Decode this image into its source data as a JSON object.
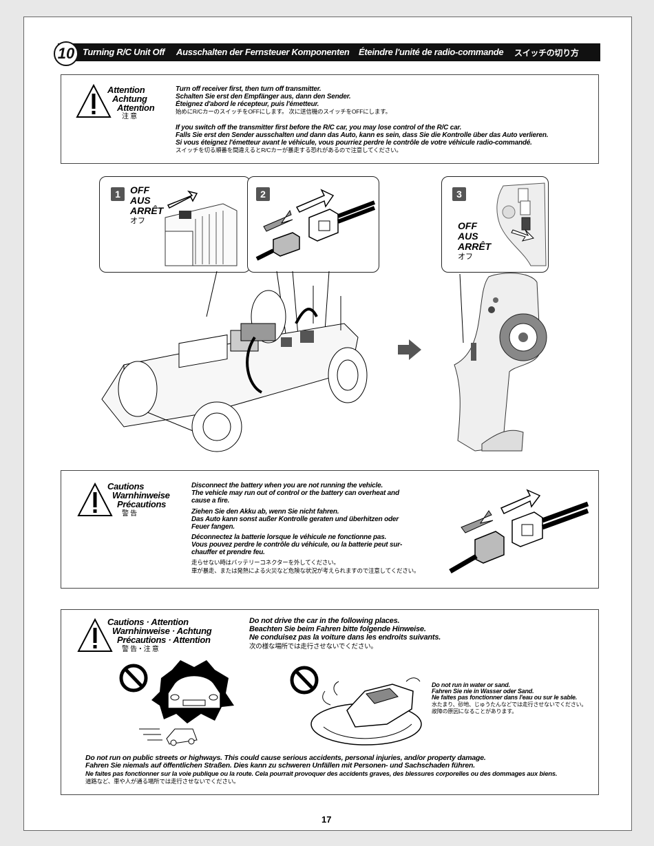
{
  "header": {
    "step": "10",
    "title_en": "Turning R/C Unit Off",
    "title_de": "Ausschalten der Fernsteuer Komponenten",
    "title_fr": "Éteindre l'unité de radio-commande",
    "title_jp": "スイッチの切り方"
  },
  "attention": {
    "labels": [
      "Attention",
      "Achtung",
      "Attention",
      "注 意"
    ],
    "lines1": [
      "Turn off receiver first, then turn off transmitter.",
      "Schalten Sie erst den Empfänger aus, dann den Sender.",
      "Éteignez d'abord le récepteur, puis l'émetteur.",
      "始めにR/CカーのスイッチをOFFにします。 次に送信機のスイッチをOFFにします。"
    ],
    "lines2": [
      "If you switch off the transmitter first before the R/C car, you may lose control of the R/C car.",
      "Falls Sie erst den Sender ausschalten und dann das Auto, kann es sein, dass Sie die Kontrolle über das Auto verlieren.",
      "Si vous éteignez l'émetteur avant le véhicule, vous pourriez perdre le contrôle de votre véhicule radio-commandé.",
      "スイッチを切る順番を間違えるとR/Cカーが暴走する恐れがあるので注意してください。"
    ]
  },
  "steps": [
    {
      "num": "1",
      "labels": [
        "OFF",
        "AUS",
        "ARRÊT",
        "オフ"
      ]
    },
    {
      "num": "2"
    },
    {
      "num": "3",
      "labels": [
        "OFF",
        "AUS",
        "ARRÊT",
        "オフ"
      ]
    }
  ],
  "cautions": {
    "labels": [
      "Cautions",
      "Warnhinweise",
      "Précautions",
      "警 告"
    ],
    "lines": [
      "Disconnect the battery when you are not running the vehicle.",
      "The vehicle may run out of control or the battery can overheat and",
      "cause a fire.",
      "Ziehen Sie den Akku ab, wenn Sie nicht fahren.",
      "Das Auto kann sonst außer Kontrolle geraten und überhitzen oder",
      "Feuer fangen.",
      "Déconnectez la batterie lorsque le véhicule ne fonctionne pas.",
      "Vous pouvez perdre le contrôle du véhicule, ou la batterie peut sur-",
      "chauffer et prendre feu.",
      "走らせない時はバッテリーコネクターを外してください。",
      "車が暴走、または発熱による火災など危険な状況が考えられますので注意してください。"
    ]
  },
  "places": {
    "labels": [
      "Cautions · Attention",
      "Warnhinweise · Achtung",
      "Précautions · Attention",
      "警 告・注 意"
    ],
    "intro": [
      "Do not drive the car in the following places.",
      "Beachten Sie beim Fahren bitte folgende Hinweise.",
      "Ne conduisez pas la voiture dans les endroits suivants.",
      "次の様な場所では走行させないでください。"
    ],
    "water": [
      "Do not run in water or sand.",
      "Fahren Sie nie in Wasser oder Sand.",
      "Ne faites pas fonctionner dans l'eau ou sur le sable.",
      "水たまり、砂地、じゅうたんなどでは走行させないでください。",
      "故障の原因になることがあります。"
    ],
    "streets": [
      "Do not run on public streets or highways. This could cause serious accidents, personal injuries, and/or property damage.",
      "Fahren Sie niemals auf öffentlichen Straßen. Dies kann zu schweren Unfällen mit Personen- und Sachschaden führen.",
      "Ne faites pas fonctionner sur la voie publique ou la route. Cela pourrait provoquer des accidents graves, des blessures corporelles ou des dommages aux biens.",
      "道路など、車や人が通る場所では走行させないでください。"
    ]
  },
  "page_number": "17"
}
